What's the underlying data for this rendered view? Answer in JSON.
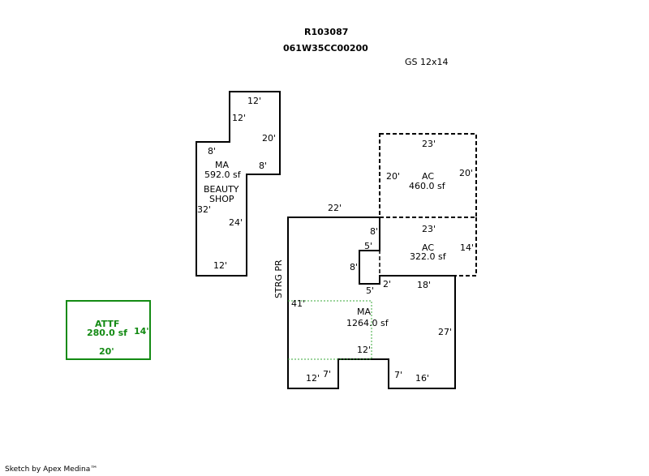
{
  "header": {
    "parcel_id": "R103087",
    "map_number": "061W35CC00200",
    "note": "GS 12x14"
  },
  "footer": {
    "credit": "Sketch by Apex Medina™"
  },
  "areas": {
    "ma_beauty": {
      "code": "MA",
      "area": "592.0 sf",
      "line1": "BEAUTY",
      "line2": "SHOP"
    },
    "ac_upper": {
      "code": "AC",
      "area": "460.0 sf"
    },
    "ac_lower": {
      "code": "AC",
      "area": "322.0 sf"
    },
    "ma_main": {
      "code": "MA",
      "area": "1264.0 sf"
    },
    "attf": {
      "code": "ATTF",
      "area": "280.0 sf"
    },
    "strg_pr": {
      "label": "STRG  PR"
    }
  },
  "dimensions": {
    "beauty": [
      "12'",
      "12'",
      "20'",
      "8'",
      "8'",
      "32'",
      "24'",
      "12'"
    ],
    "ac_upper": [
      "23'",
      "20'",
      "20'"
    ],
    "ac_lower": [
      "23'",
      "14'"
    ],
    "main": [
      "22'",
      "8'",
      "5'",
      "8'",
      "5'",
      "2'",
      "18'",
      "41'",
      "27'",
      "12'",
      "7'",
      "12'",
      "7'",
      "16'"
    ],
    "attf": [
      "14'",
      "20'"
    ]
  },
  "colors": {
    "outline": "#000000",
    "attf": "#138a13",
    "green_dotted": "#3aaa3a"
  }
}
